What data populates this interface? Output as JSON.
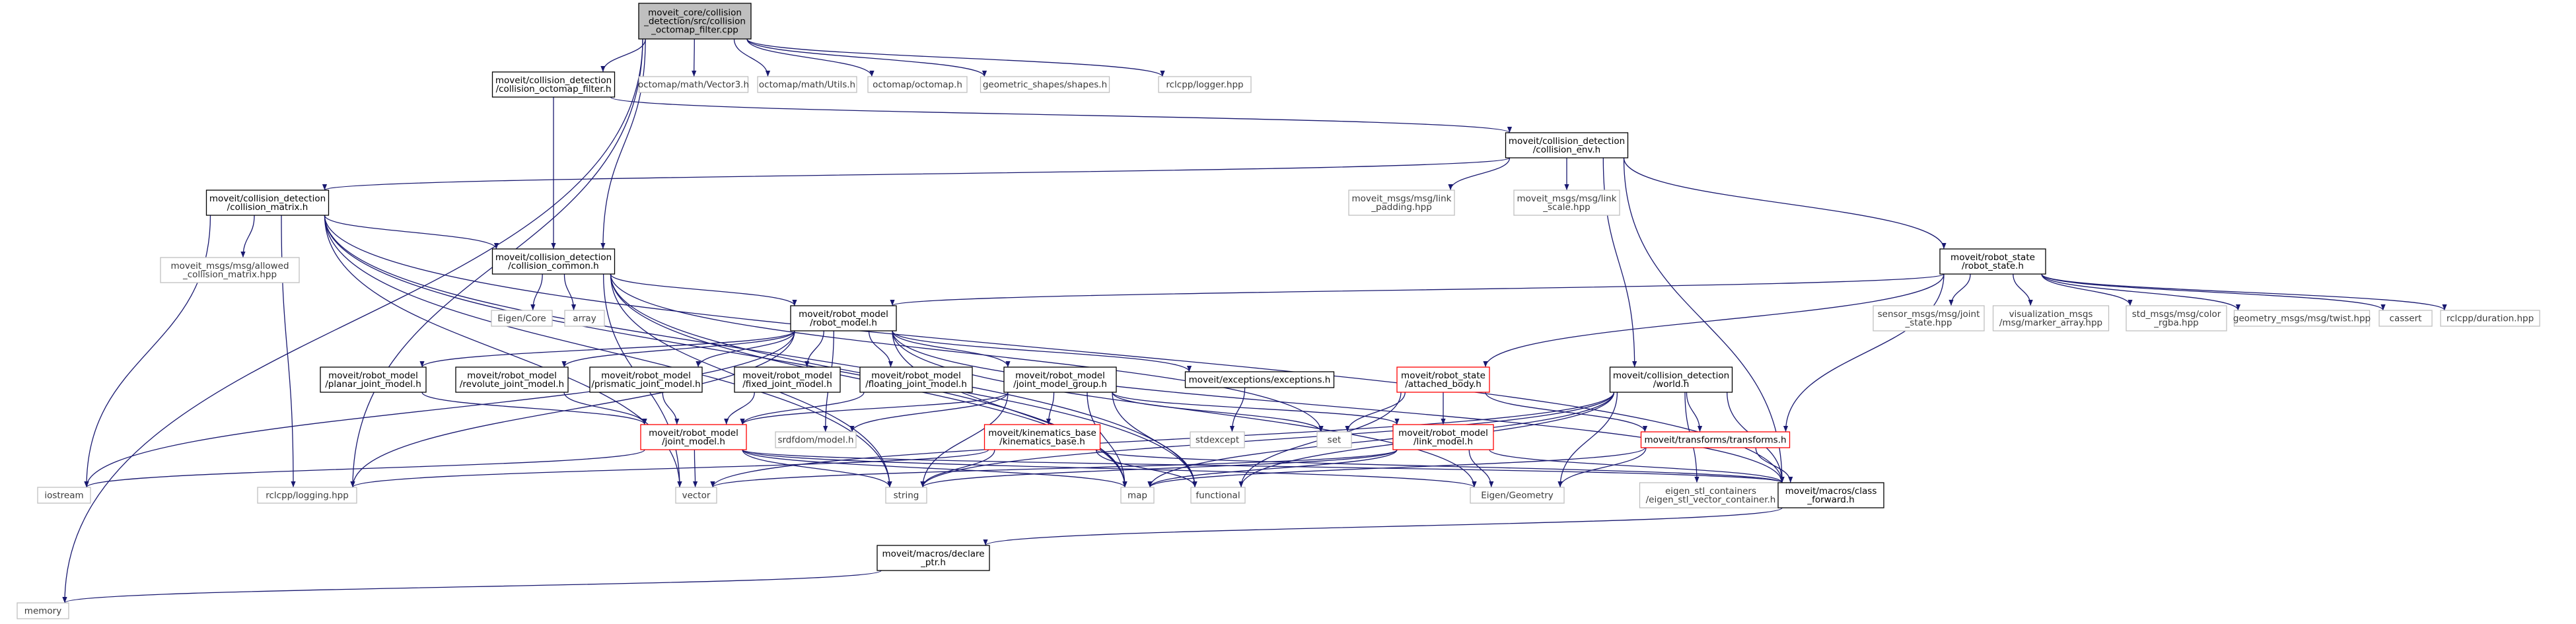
{
  "colors": {
    "edge": "#191970",
    "box_main": "#000000",
    "box_red": "#ff0000",
    "box_ext": "#bfbfbf",
    "fill_root": "#bfbfbf",
    "fill": "#ffffff"
  },
  "nodes": {
    "root": {
      "lines": [
        "moveit_core/collision",
        "_detection/src/collision",
        "_octomap_filter.cpp"
      ],
      "kind": "root"
    },
    "co_filter": {
      "lines": [
        "moveit/collision_detection",
        "/collision_octomap_filter.h"
      ],
      "kind": "main"
    },
    "vec3": {
      "lines": [
        "octomap/math/Vector3.h"
      ],
      "kind": "ext"
    },
    "utils": {
      "lines": [
        "octomap/math/Utils.h"
      ],
      "kind": "ext"
    },
    "octomap": {
      "lines": [
        "octomap/octomap.h"
      ],
      "kind": "ext"
    },
    "shapes": {
      "lines": [
        "geometric_shapes/shapes.h"
      ],
      "kind": "ext"
    },
    "logger": {
      "lines": [
        "rclcpp/logger.hpp"
      ],
      "kind": "ext"
    },
    "memory": {
      "lines": [
        "memory"
      ],
      "kind": "ext"
    },
    "cenv": {
      "lines": [
        "moveit/collision_detection",
        "/collision_env.h"
      ],
      "kind": "main"
    },
    "cmatrix": {
      "lines": [
        "moveit/collision_detection",
        "/collision_matrix.h"
      ],
      "kind": "main"
    },
    "allowed": {
      "lines": [
        "moveit_msgs/msg/allowed",
        "_collision_matrix.hpp"
      ],
      "kind": "ext"
    },
    "ccommon": {
      "lines": [
        "moveit/collision_detection",
        "/collision_common.h"
      ],
      "kind": "main"
    },
    "link_pad": {
      "lines": [
        "moveit_msgs/msg/link",
        "_padding.hpp"
      ],
      "kind": "ext"
    },
    "link_scale": {
      "lines": [
        "moveit_msgs/msg/link",
        "_scale.hpp"
      ],
      "kind": "ext"
    },
    "rstate": {
      "lines": [
        "moveit/robot_state",
        "/robot_state.h"
      ],
      "kind": "main"
    },
    "joint_state": {
      "lines": [
        "sensor_msgs/msg/joint",
        "_state.hpp"
      ],
      "kind": "ext"
    },
    "marker": {
      "lines": [
        "visualization_msgs",
        "/msg/marker_array.hpp"
      ],
      "kind": "ext"
    },
    "color": {
      "lines": [
        "std_msgs/msg/color",
        "_rgba.hpp"
      ],
      "kind": "ext"
    },
    "twist": {
      "lines": [
        "geometry_msgs/msg/twist.hpp"
      ],
      "kind": "ext"
    },
    "cassert": {
      "lines": [
        "cassert"
      ],
      "kind": "ext"
    },
    "duration": {
      "lines": [
        "rclcpp/duration.hpp"
      ],
      "kind": "ext"
    },
    "eigen_core": {
      "lines": [
        "Eigen/Core"
      ],
      "kind": "ext"
    },
    "array": {
      "lines": [
        "array"
      ],
      "kind": "ext"
    },
    "rmodel": {
      "lines": [
        "moveit/robot_model",
        "/robot_model.h"
      ],
      "kind": "main"
    },
    "planar": {
      "lines": [
        "moveit/robot_model",
        "/planar_joint_model.h"
      ],
      "kind": "main"
    },
    "revolute": {
      "lines": [
        "moveit/robot_model",
        "/revolute_joint_model.h"
      ],
      "kind": "main"
    },
    "prismatic": {
      "lines": [
        "moveit/robot_model",
        "/prismatic_joint_model.h"
      ],
      "kind": "main"
    },
    "fixed": {
      "lines": [
        "moveit/robot_model",
        "/fixed_joint_model.h"
      ],
      "kind": "main"
    },
    "floating": {
      "lines": [
        "moveit/robot_model",
        "/floating_joint_model.h"
      ],
      "kind": "main"
    },
    "jmg": {
      "lines": [
        "moveit/robot_model",
        "/joint_model_group.h"
      ],
      "kind": "main"
    },
    "exceptions": {
      "lines": [
        "moveit/exceptions/exceptions.h"
      ],
      "kind": "main"
    },
    "attached": {
      "lines": [
        "moveit/robot_state",
        "/attached_body.h"
      ],
      "kind": "red"
    },
    "world": {
      "lines": [
        "moveit/collision_detection",
        "/world.h"
      ],
      "kind": "main"
    },
    "jmodel": {
      "lines": [
        "moveit/robot_model",
        "/joint_model.h"
      ],
      "kind": "red"
    },
    "srdf": {
      "lines": [
        "srdfdom/model.h"
      ],
      "kind": "ext"
    },
    "kinbase": {
      "lines": [
        "moveit/kinematics_base",
        "/kinematics_base.h"
      ],
      "kind": "red"
    },
    "stdexcept": {
      "lines": [
        "stdexcept"
      ],
      "kind": "ext"
    },
    "set": {
      "lines": [
        "set"
      ],
      "kind": "ext"
    },
    "lmodel": {
      "lines": [
        "moveit/robot_model",
        "/link_model.h"
      ],
      "kind": "red"
    },
    "transforms": {
      "lines": [
        "moveit/transforms/transforms.h"
      ],
      "kind": "red"
    },
    "iostream": {
      "lines": [
        "iostream"
      ],
      "kind": "ext"
    },
    "logging": {
      "lines": [
        "rclcpp/logging.hpp"
      ],
      "kind": "ext"
    },
    "vector": {
      "lines": [
        "vector"
      ],
      "kind": "ext"
    },
    "string": {
      "lines": [
        "string"
      ],
      "kind": "ext"
    },
    "map": {
      "lines": [
        "map"
      ],
      "kind": "ext"
    },
    "functional": {
      "lines": [
        "functional"
      ],
      "kind": "ext"
    },
    "eigen_geom": {
      "lines": [
        "Eigen/Geometry"
      ],
      "kind": "ext"
    },
    "eigen_stl": {
      "lines": [
        "eigen_stl_containers",
        "/eigen_stl_vector_container.h"
      ],
      "kind": "ext"
    },
    "class_fwd": {
      "lines": [
        "moveit/macros/class",
        "_forward.h"
      ],
      "kind": "main"
    },
    "declare_ptr": {
      "lines": [
        "moveit/macros/declare",
        "_ptr.h"
      ],
      "kind": "main"
    }
  },
  "edges": [
    [
      "root",
      "memory"
    ],
    [
      "root",
      "co_filter"
    ],
    [
      "root",
      "vec3"
    ],
    [
      "root",
      "utils"
    ],
    [
      "root",
      "octomap"
    ],
    [
      "root",
      "shapes"
    ],
    [
      "root",
      "logger"
    ],
    [
      "root",
      "ccommon"
    ],
    [
      "root",
      "logging"
    ],
    [
      "co_filter",
      "cenv"
    ],
    [
      "co_filter",
      "ccommon"
    ],
    [
      "cenv",
      "cmatrix"
    ],
    [
      "cenv",
      "link_pad"
    ],
    [
      "cenv",
      "link_scale"
    ],
    [
      "cenv",
      "rstate"
    ],
    [
      "cenv",
      "world"
    ],
    [
      "cenv",
      "class_fwd"
    ],
    [
      "cmatrix",
      "allowed"
    ],
    [
      "cmatrix",
      "ccommon"
    ],
    [
      "cmatrix",
      "iostream"
    ],
    [
      "cmatrix",
      "logging"
    ],
    [
      "cmatrix",
      "vector"
    ],
    [
      "cmatrix",
      "string"
    ],
    [
      "cmatrix",
      "map"
    ],
    [
      "cmatrix",
      "functional"
    ],
    [
      "cmatrix",
      "class_fwd"
    ],
    [
      "ccommon",
      "eigen_core"
    ],
    [
      "ccommon",
      "array"
    ],
    [
      "ccommon",
      "rmodel"
    ],
    [
      "ccommon",
      "set"
    ],
    [
      "ccommon",
      "string"
    ],
    [
      "ccommon",
      "vector"
    ],
    [
      "ccommon",
      "map"
    ],
    [
      "ccommon",
      "functional"
    ],
    [
      "rstate",
      "rmodel"
    ],
    [
      "rstate",
      "attached"
    ],
    [
      "rstate",
      "transforms"
    ],
    [
      "rstate",
      "joint_state"
    ],
    [
      "rstate",
      "marker"
    ],
    [
      "rstate",
      "color"
    ],
    [
      "rstate",
      "twist"
    ],
    [
      "rstate",
      "cassert"
    ],
    [
      "rstate",
      "duration"
    ],
    [
      "rmodel",
      "planar"
    ],
    [
      "rmodel",
      "revolute"
    ],
    [
      "rmodel",
      "prismatic"
    ],
    [
      "rmodel",
      "fixed"
    ],
    [
      "rmodel",
      "floating"
    ],
    [
      "rmodel",
      "jmg"
    ],
    [
      "rmodel",
      "exceptions"
    ],
    [
      "rmodel",
      "srdf"
    ],
    [
      "rmodel",
      "iostream"
    ],
    [
      "rmodel",
      "logging"
    ],
    [
      "rmodel",
      "map"
    ],
    [
      "rmodel",
      "eigen_geom"
    ],
    [
      "rmodel",
      "class_fwd"
    ],
    [
      "planar",
      "jmodel"
    ],
    [
      "revolute",
      "jmodel"
    ],
    [
      "prismatic",
      "jmodel"
    ],
    [
      "fixed",
      "jmodel"
    ],
    [
      "floating",
      "jmodel"
    ],
    [
      "jmg",
      "jmodel"
    ],
    [
      "jmg",
      "kinbase"
    ],
    [
      "jmg",
      "srdf"
    ],
    [
      "jmg",
      "set"
    ],
    [
      "jmg",
      "string"
    ],
    [
      "jmg",
      "map"
    ],
    [
      "jmg",
      "functional"
    ],
    [
      "jmg",
      "lmodel"
    ],
    [
      "exceptions",
      "stdexcept"
    ],
    [
      "jmodel",
      "iostream"
    ],
    [
      "jmodel",
      "vector"
    ],
    [
      "jmodel",
      "string"
    ],
    [
      "jmodel",
      "map"
    ],
    [
      "jmodel",
      "eigen_geom"
    ],
    [
      "jmodel",
      "class_fwd"
    ],
    [
      "kinbase",
      "string"
    ],
    [
      "kinbase",
      "functional"
    ],
    [
      "kinbase",
      "logging"
    ],
    [
      "kinbase",
      "class_fwd"
    ],
    [
      "attached",
      "lmodel"
    ],
    [
      "attached",
      "set"
    ],
    [
      "attached",
      "functional"
    ],
    [
      "attached",
      "transforms"
    ],
    [
      "lmodel",
      "map"
    ],
    [
      "lmodel",
      "vector"
    ],
    [
      "lmodel",
      "string"
    ],
    [
      "lmodel",
      "eigen_geom"
    ],
    [
      "lmodel",
      "class_fwd"
    ],
    [
      "world",
      "string"
    ],
    [
      "world",
      "vector"
    ],
    [
      "world",
      "map"
    ],
    [
      "world",
      "functional"
    ],
    [
      "world",
      "eigen_geom"
    ],
    [
      "world",
      "eigen_stl"
    ],
    [
      "world",
      "transforms"
    ],
    [
      "world",
      "class_fwd"
    ],
    [
      "transforms",
      "eigen_geom"
    ],
    [
      "transforms",
      "map"
    ],
    [
      "transforms",
      "class_fwd"
    ],
    [
      "class_fwd",
      "declare_ptr"
    ],
    [
      "declare_ptr",
      "memory"
    ]
  ]
}
